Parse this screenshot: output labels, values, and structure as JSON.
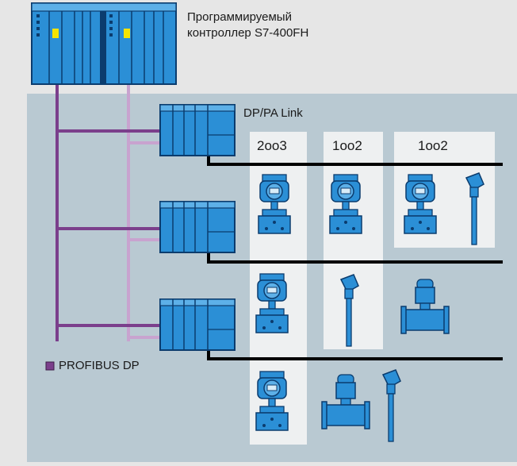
{
  "controller": {
    "line1": "Программируемый",
    "line2": "контроллер S7-400FH"
  },
  "link_label": "DP/PA Link",
  "groups": [
    {
      "label": "2oo3"
    },
    {
      "label": "1oo2"
    },
    {
      "label": "1oo2"
    }
  ],
  "legend": {
    "label": "PROFIBUS DP",
    "color": "#7b3f8c"
  },
  "colors": {
    "background": "#e6e6e6",
    "field_area": "#b9c9d2",
    "device_blue": "#2b8fd6",
    "device_dark": "#0b3c6e",
    "profibus_primary": "#7b3f8c",
    "profibus_secondary": "#c8a3cf",
    "pa_bus": "#000000",
    "group_panel": "#eef0f1"
  }
}
